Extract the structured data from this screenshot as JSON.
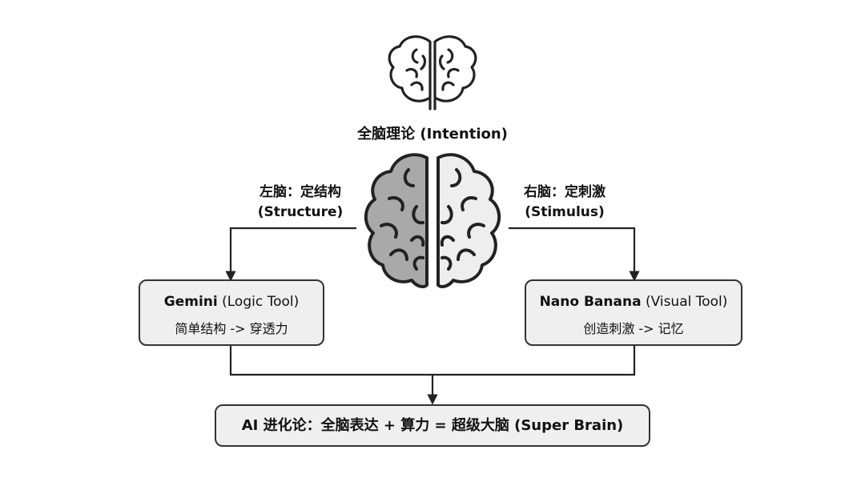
{
  "top": {
    "title": "全脑理论 (Intention)"
  },
  "left": {
    "label_line1": "左脑：定结构",
    "label_line2": "(Structure)",
    "box_title": "Gemini",
    "box_subtitle": "(Logic Tool)",
    "box_desc": "简单结构 -> 穿透力"
  },
  "right": {
    "label_line1": "右脑：定刺激",
    "label_line2": "(Stimulus)",
    "box_title": "Nano Banana",
    "box_subtitle": "(Visual Tool)",
    "box_desc": "创造刺激 -> 记忆"
  },
  "bottom": {
    "text": "AI 进化论：全脑表达 + 算力 = 超级大脑 (Super Brain)"
  },
  "colors": {
    "left_hemisphere": "#a9a9a9",
    "right_hemisphere": "#eeeeee",
    "box_fill": "#efefef",
    "stroke": "#333333"
  },
  "icons": {
    "top": "brain-outline-icon",
    "center": "brain-hemispheres-icon"
  }
}
